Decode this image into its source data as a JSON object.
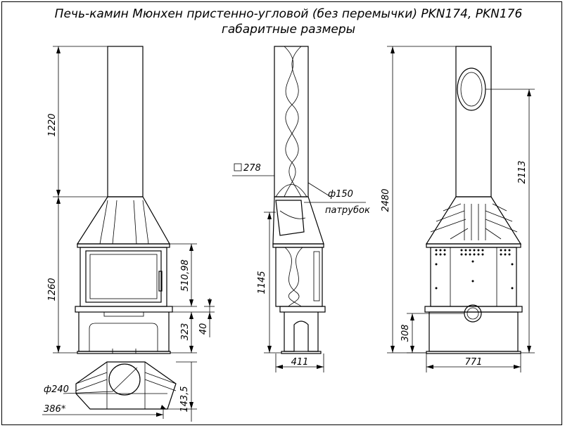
{
  "title": {
    "line1": "Печь-камин Мюнхен пристенно-угловой (без перемычки) PKN174, PKN176",
    "line2": "габаритные размеры"
  },
  "dimensions": {
    "front_chimney_height": "1220",
    "front_body_height": "1260",
    "front_glass_height": "510,98",
    "front_base_height": "323",
    "front_base_step": "40",
    "side_square_pipe": "278",
    "side_pipe_diameter": "ф150",
    "side_pipe_label": "патрубок",
    "side_height": "1145",
    "side_width": "411",
    "rear_total_height": "2480",
    "rear_outlet_height": "2113",
    "rear_bottom_outlet_height": "308",
    "rear_width": "771",
    "top_diameter": "ф240",
    "top_depth": "386*",
    "top_offset": "143,5"
  }
}
